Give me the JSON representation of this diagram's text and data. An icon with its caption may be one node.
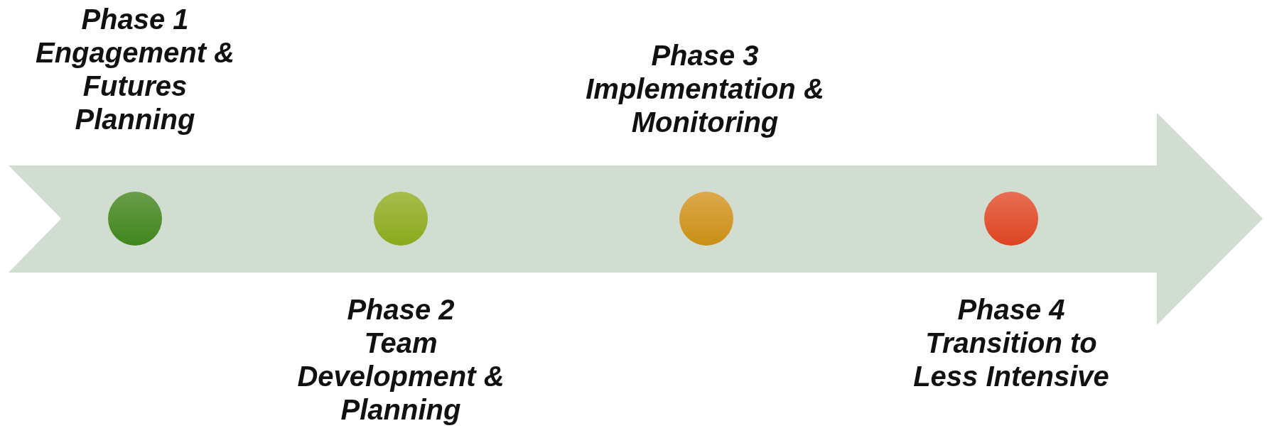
{
  "diagram": {
    "nodes": [
      {
        "text": [],
        "shape": "circle",
        "beside": [
          "Phase 1",
          "Engagement & Futures Planning"
        ]
      },
      {
        "text": [],
        "shape": "circle",
        "beside": [
          "Phase 2",
          "Team Development & Planning"
        ]
      },
      {
        "text": [],
        "shape": "circle",
        "beside": [
          "Phase 3",
          "Implementation & Monitoring"
        ]
      },
      {
        "text": [],
        "shape": "circle",
        "beside": [
          "Phase 4",
          "Transition to Less Intensive"
        ]
      }
    ],
    "edges": []
  }
}
